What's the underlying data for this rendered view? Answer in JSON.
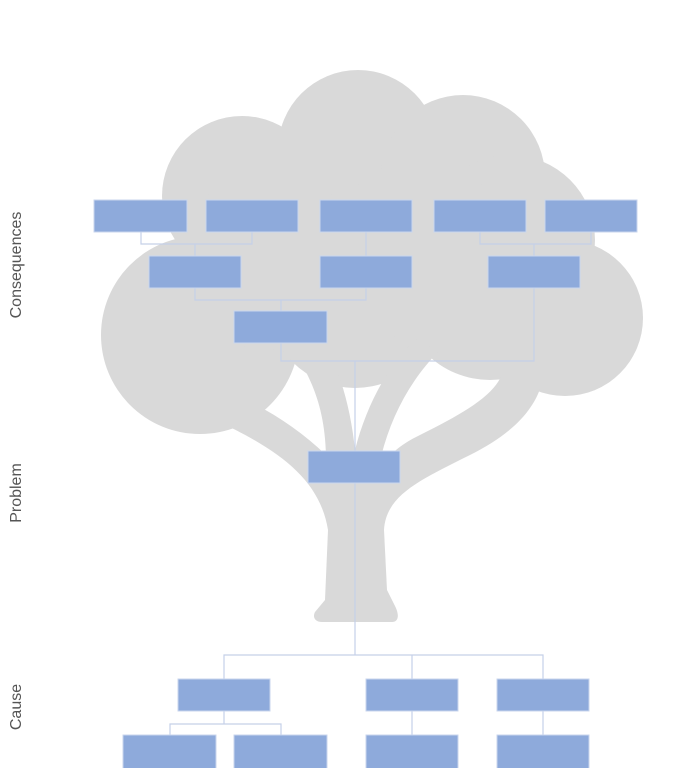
{
  "labels": {
    "consequences": "Consequences",
    "problem": "Problem",
    "cause": "Cause"
  },
  "colors": {
    "box": "#8eaadb",
    "tree": "#d9d9d9",
    "connector": "#c5d0e8",
    "label": "#555555"
  },
  "nodes": {
    "consequences_top": [
      "",
      "",
      "",
      "",
      ""
    ],
    "consequences_mid": [
      "",
      "",
      ""
    ],
    "consequences_low": [
      ""
    ],
    "problem": [
      ""
    ],
    "causes": [
      "",
      "",
      ""
    ],
    "sub_causes": [
      "",
      "",
      "",
      ""
    ]
  }
}
